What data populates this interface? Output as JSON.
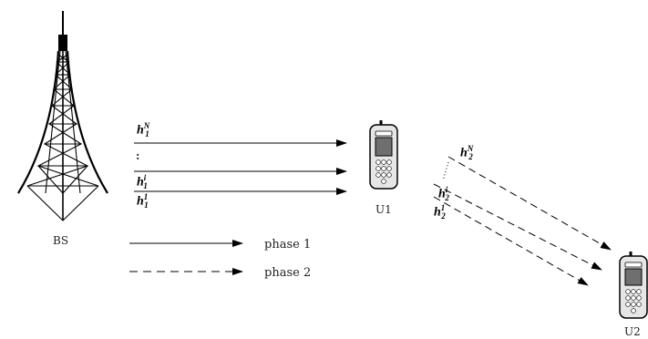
{
  "nodes": {
    "bs": {
      "label": "BS"
    },
    "u1": {
      "label": "U1"
    },
    "u2": {
      "label": "U2"
    }
  },
  "channels": {
    "phase1": [
      {
        "base": "h",
        "sub": "1",
        "sup": "N"
      },
      {
        "base": "h",
        "sub": "1",
        "sup": "i"
      },
      {
        "base": "h",
        "sub": "1",
        "sup": "1"
      }
    ],
    "phase2": [
      {
        "base": "h",
        "sub": "2",
        "sup": "N"
      },
      {
        "base": "h",
        "sub": "2",
        "sup": "i"
      },
      {
        "base": "h",
        "sub": "2",
        "sup": "1"
      }
    ],
    "ellipsis": ":"
  },
  "legend": {
    "solid_label": "phase 1",
    "dashed_label": "phase 2"
  },
  "colors": {
    "line": "#000000",
    "phone_body": "#e6e6e6",
    "phone_screen": "#6f6f6f"
  }
}
